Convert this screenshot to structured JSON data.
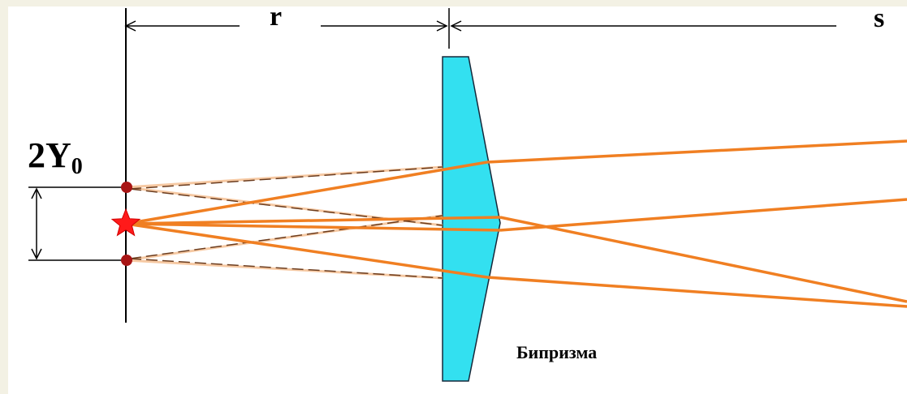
{
  "labels": {
    "r": "r",
    "s": "s",
    "y_main": "2Y",
    "y_sub": "0",
    "biprism": "Бипризма"
  },
  "colors": {
    "ray": "#f07f22",
    "ray_light": "#f6c9a3",
    "ray_dashed": "#6b3c1e",
    "prism_fill": "#33e0f0",
    "prism_stroke": "#16283a",
    "source": "#ff1a1a",
    "virtual_source": "#a81515",
    "background": "#f3f1e4"
  },
  "icons": {
    "real_source": "red-star-icon",
    "virtual_sources": "virtual-source-dot-icon"
  }
}
